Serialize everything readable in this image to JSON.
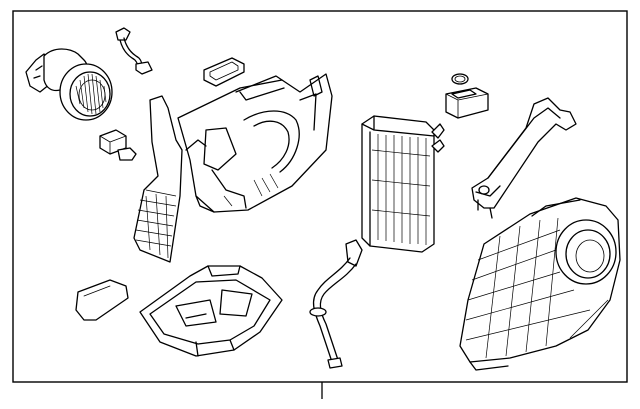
{
  "diagram": {
    "kind": "exploded-parts-illustration",
    "colors": {
      "line": "#000000",
      "background": "#ffffff"
    },
    "components": [
      "blower-motor",
      "resistor-connector",
      "wire-harness",
      "small-seal",
      "air-duct-seal",
      "evaporator-case-upper",
      "o-ring",
      "expansion-valve-block",
      "evaporator-core",
      "mounting-bracket",
      "cabin-air-filter",
      "lower-case-tray",
      "drain-hose",
      "evaporator-case-lower-half"
    ]
  }
}
